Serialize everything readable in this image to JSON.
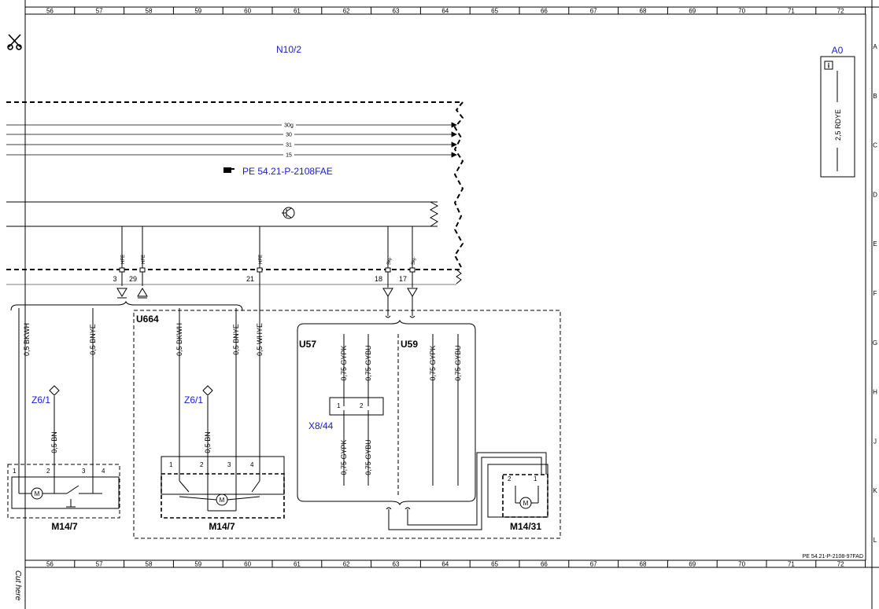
{
  "grid": {
    "columns": [
      "56",
      "57",
      "58",
      "59",
      "60",
      "61",
      "62",
      "63",
      "64",
      "65",
      "66",
      "67",
      "68",
      "69",
      "70",
      "71",
      "72"
    ],
    "rows": [
      "A",
      "B",
      "C",
      "D",
      "E",
      "F",
      "G",
      "H",
      "J",
      "K",
      "L"
    ]
  },
  "footer": {
    "doc_ref": "PE 54.21-P-2108-97FAD",
    "cut_here": "Cut here"
  },
  "components": {
    "n10_2": "N10/2",
    "a0": "A0",
    "a0_wire": "2,5 RDYE",
    "ref_link": "PE 54.21-P-2108FAE",
    "u664": "U664",
    "u57": "U57",
    "u59": "U59",
    "z6_1_left": "Z6/1",
    "z6_1_mid": "Z6/1",
    "x8_44": "X8/44",
    "m14_7_left": "M14/7",
    "m14_7_mid": "M14/7",
    "m14_31": "M14/31"
  },
  "bus_lines": [
    "30g",
    "30",
    "31",
    "15"
  ],
  "pins": {
    "p3": "3",
    "p29": "29",
    "p21": "21",
    "p18": "18",
    "p17": "17"
  },
  "signal_tags": {
    "hfe": "HFE",
    "sig": "Sig."
  },
  "wires": {
    "w1": "0,5 BKWH",
    "w2": "0,5 BNYE",
    "w3": "0,5 BKWH",
    "w4": "0,5 BNYE",
    "w5": "0,5 WHYE",
    "w6": "0,5 BN",
    "w7": "0,5 BN",
    "w8": "0,75 GYPK",
    "w9": "0,75 GYBU",
    "w10": "0,75 GYPK",
    "w11": "0,75 GYBU",
    "w12": "0,75 GYPK",
    "w13": "0,75 GYBU"
  },
  "conn_pins": {
    "c1": "1",
    "c2": "2",
    "c3": "3",
    "c4": "4"
  },
  "colors": {
    "link": "#1a1ad6",
    "line": "#000000"
  }
}
